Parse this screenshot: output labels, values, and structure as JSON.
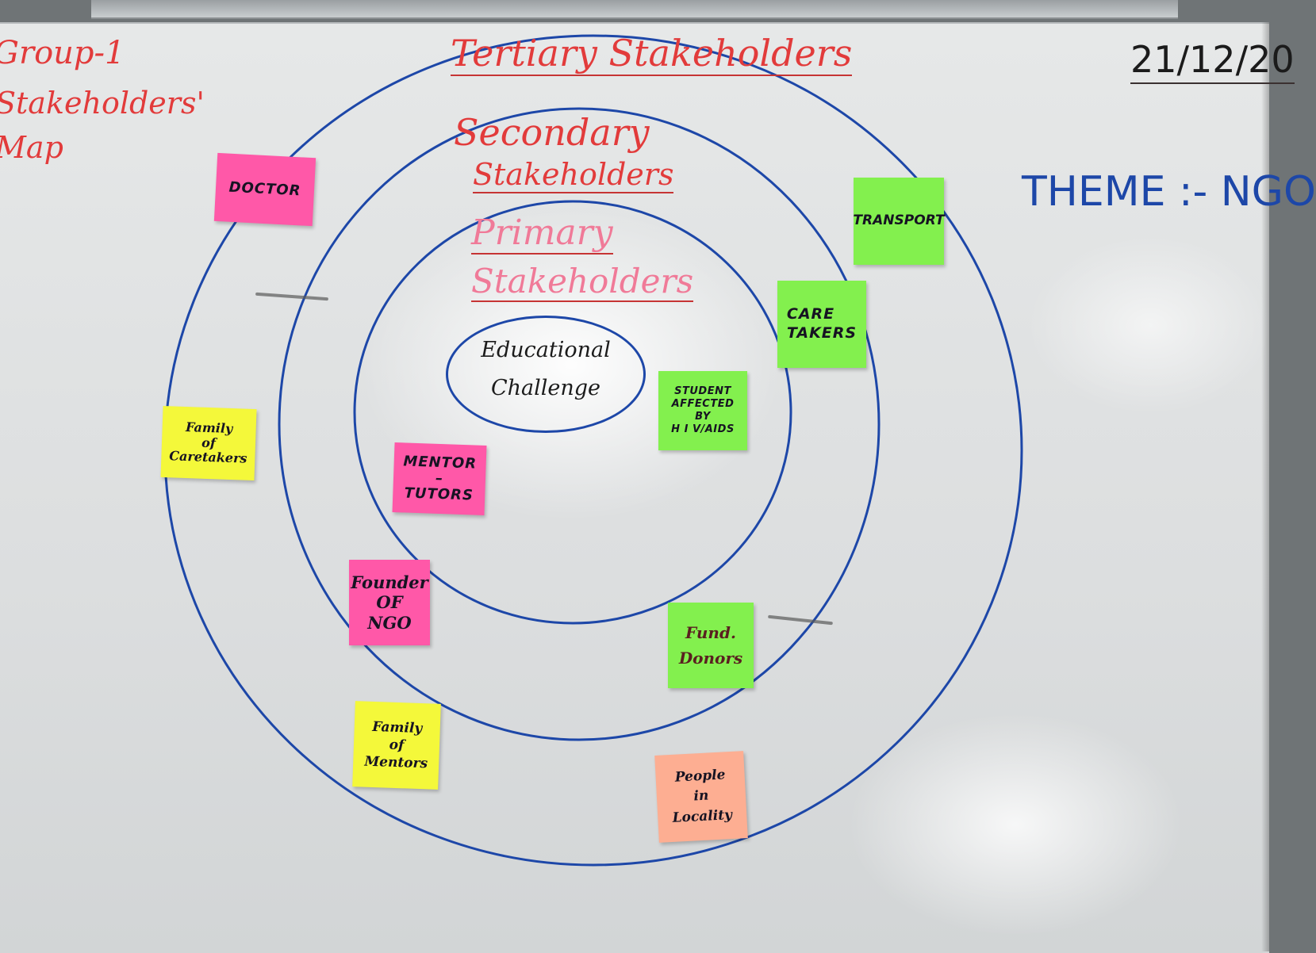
{
  "header": {
    "group_title": "Group-1",
    "map_title_line1": "Stakeholders'",
    "map_title_line2": "Map",
    "date": "21/12/20",
    "theme": "THEME :- NGO"
  },
  "rings": {
    "tertiary_label": "Tertiary Stakeholders",
    "secondary_label_line1": "Secondary",
    "secondary_label_line2": "Stakeholders",
    "primary_label_line1": "Primary",
    "primary_label_line2": "Stakeholders",
    "center_label": "Educational\nChallenge",
    "ring_color": "#1d47a8",
    "title_color": "#e23b3b"
  },
  "sticky_notes": [
    {
      "text": "DOCTOR",
      "color": "pink",
      "hex": "#ff58a8"
    },
    {
      "text": "TRANSPORT",
      "color": "green",
      "hex": "#83f04e"
    },
    {
      "text": "CARE\nTAKERS",
      "color": "green",
      "hex": "#83f04e"
    },
    {
      "text": "STUDENT\nAFFECTED\nBY\nH I V/AIDS",
      "color": "green",
      "hex": "#83f04e"
    },
    {
      "text": "Family\nof\nCaretakers",
      "color": "yellow",
      "hex": "#f4f83a"
    },
    {
      "text": "MENTOR\n–\nTUTORS",
      "color": "pink",
      "hex": "#ff58a8"
    },
    {
      "text": "Founder\nOF\nNGO",
      "color": "pink",
      "hex": "#ff58a8"
    },
    {
      "text": "Fund.\nDonors",
      "color": "green",
      "hex": "#83f04e"
    },
    {
      "text": "Family\nof\nMentors",
      "color": "yellow",
      "hex": "#f4f83a"
    },
    {
      "text": "People\nin\nLocality",
      "color": "orange",
      "hex": "#fdae92"
    }
  ]
}
